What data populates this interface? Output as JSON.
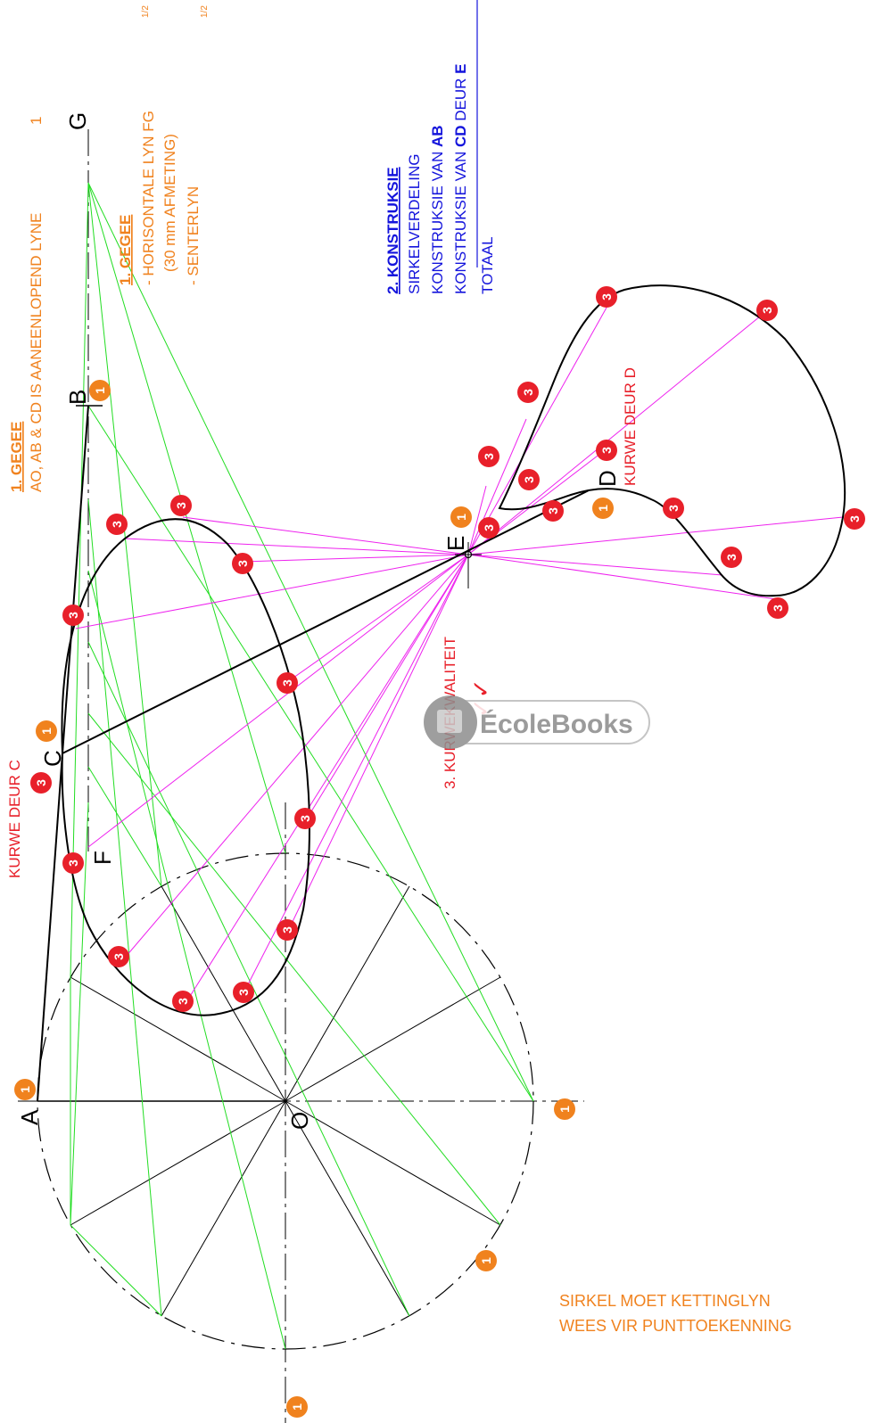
{
  "colors": {
    "orange": "#F0821E",
    "red": "#E8202A",
    "blue": "#1414DC",
    "green": "#22DD22",
    "magenta": "#EE22EE",
    "black": "#000000"
  },
  "points": {
    "A": "A",
    "B": "B",
    "C": "C",
    "D": "D",
    "E": "E",
    "F": "F",
    "G": "G",
    "O": "O"
  },
  "gegee": {
    "title": "1. GEGEE",
    "line1": "AO, AB & CD IS AANEENLOPEND LYNE",
    "mark1": "1",
    "title2": "1. GEGEE",
    "line2": "- HORISONTALE LYN FG",
    "line3": "(30 mm AFMETING)",
    "line4": "- SENTERLYN",
    "half1": "1/2",
    "half2": "1/2"
  },
  "konstruksie": {
    "title": "2. KONSTRUKSIE",
    "l1": "SIRKELVERDELING",
    "l2a": "KONSTRUKSIE VAN ",
    "l2b": "AB",
    "l3a": "KONSTRUKSIE VAN ",
    "l3b": "CD",
    "l3c": " DEUR ",
    "l3d": "E",
    "total": "TOTAAL"
  },
  "kurwe_c": "KURWE DEUR C",
  "kurwe_d": "KURWE DEUR D",
  "kwaliteit": "3. KURWEKWALITEIT",
  "sirkel_note": {
    "l1": "SIRKEL MOET KETTINGLYN",
    "l2": "WEES VIR PUNTTOEKENNING"
  },
  "watermark": "ÉcoleBooks",
  "badge_one": "1",
  "badge_three": "3",
  "tick_mark": "✓✓"
}
